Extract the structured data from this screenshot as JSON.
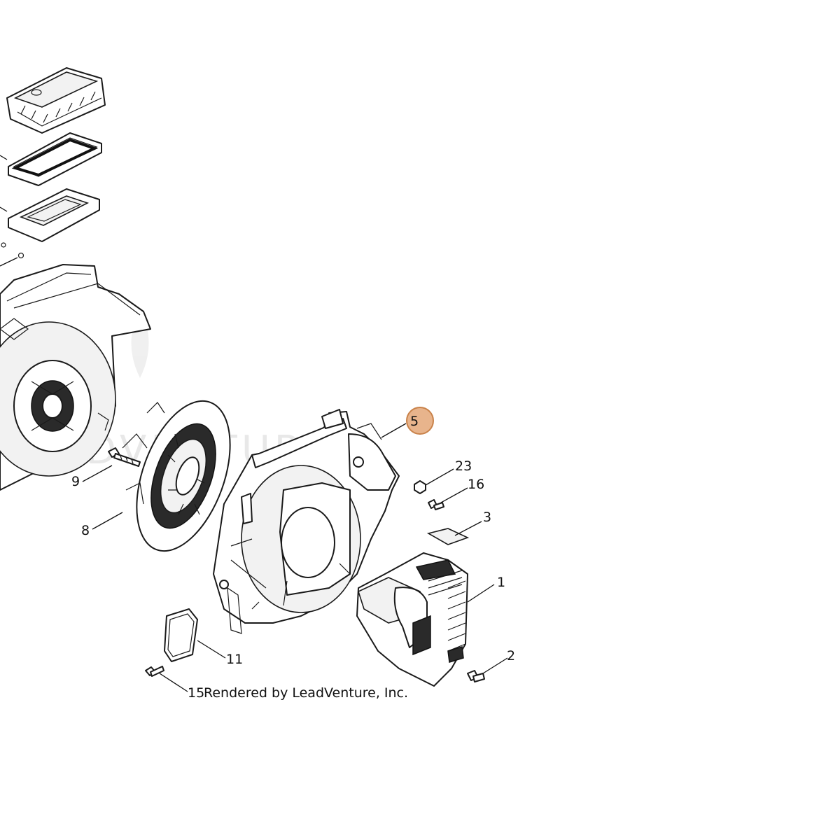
{
  "watermark_text": "LEADVENTURE",
  "credit": "Rendered by LeadVenture, Inc.",
  "highlight_color": "#e8b48c",
  "highlight_stroke": "#c9824a",
  "callouts": [
    {
      "id": "c5",
      "label": "5",
      "highlighted": true
    },
    {
      "id": "c23",
      "label": "23"
    },
    {
      "id": "c16",
      "label": "16"
    },
    {
      "id": "c3",
      "label": "3"
    },
    {
      "id": "c1",
      "label": "1"
    },
    {
      "id": "c2",
      "label": "2"
    },
    {
      "id": "c9",
      "label": "9"
    },
    {
      "id": "c8",
      "label": "8"
    },
    {
      "id": "c11",
      "label": "11"
    },
    {
      "id": "c15",
      "label": "15"
    }
  ]
}
